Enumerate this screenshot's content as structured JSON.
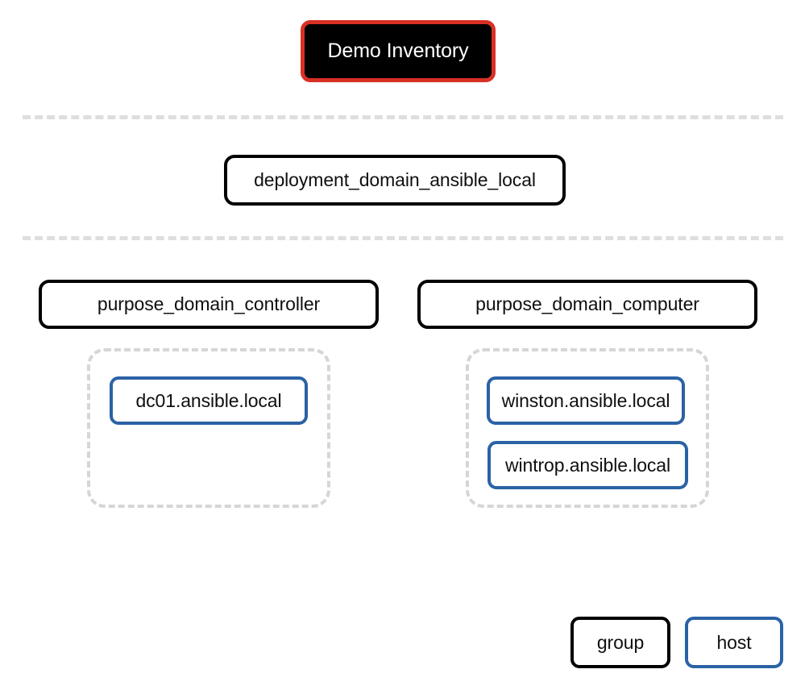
{
  "diagram": {
    "title": "Demo Inventory",
    "type": "ansible-inventory-tree",
    "colors": {
      "root_fill": "#000000",
      "root_text": "#ffffff",
      "root_border": "#d93025",
      "group_border": "#000000",
      "host_border": "#2a62a5",
      "container_border": "#d6d6d8",
      "tier_rule": "#dededf",
      "background": "#ffffff",
      "node_text": "#0f0f0f"
    },
    "tiers": [
      {
        "name": "root-tier"
      },
      {
        "name": "deployment-tier"
      },
      {
        "name": "purpose-tier"
      }
    ],
    "root": {
      "label": "Demo Inventory",
      "kind": "inventory"
    },
    "deployment_groups": [
      {
        "label": "deployment_domain_ansible_local",
        "kind": "group"
      }
    ],
    "purpose_groups": [
      {
        "label": "purpose_domain_controller",
        "kind": "group",
        "hosts": [
          {
            "label": "dc01.ansible.local",
            "kind": "host"
          }
        ]
      },
      {
        "label": "purpose_domain_computer",
        "kind": "group",
        "hosts": [
          {
            "label": "winston.ansible.local",
            "kind": "host"
          },
          {
            "label": "wintrop.ansible.local",
            "kind": "host"
          }
        ]
      }
    ],
    "legend": {
      "group_label": "group",
      "host_label": "host"
    }
  }
}
